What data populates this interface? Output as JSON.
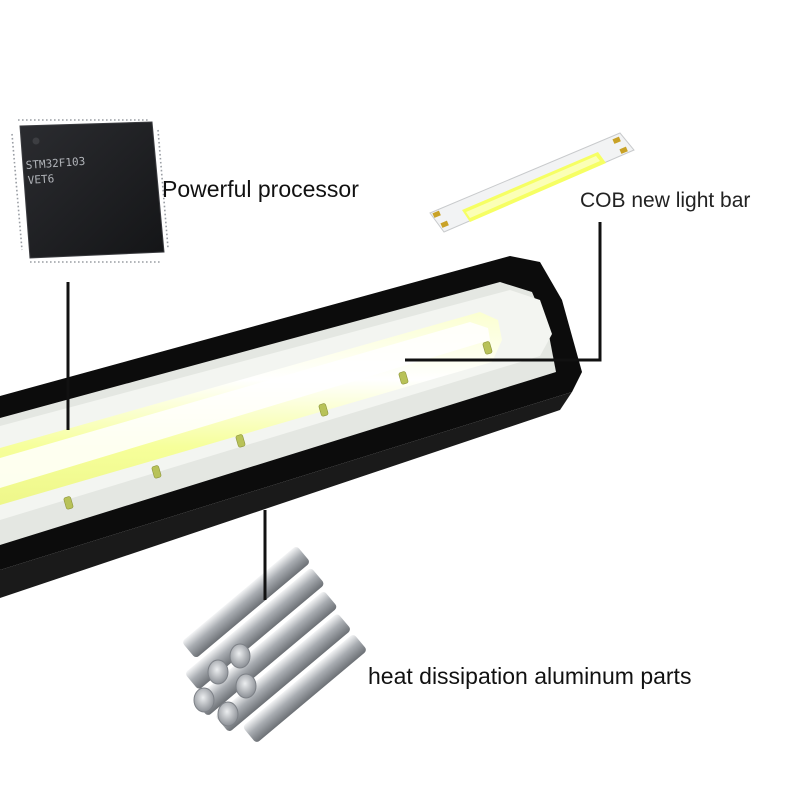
{
  "chip": {
    "line1": "STM32F103",
    "line2": "VET6"
  },
  "labels": {
    "processor": "Powerful processor",
    "cob": "COB new light bar",
    "heat": "heat dissipation aluminum parts"
  },
  "colors": {
    "housing": "#0d0d0d",
    "led_glow": "#f7ffa8",
    "led_core": "#ffffff",
    "diffuser": "#e9ece8",
    "callout_line": "#111111",
    "chip_body": "#1c1d20",
    "aluminum": "#b9bcc0"
  }
}
